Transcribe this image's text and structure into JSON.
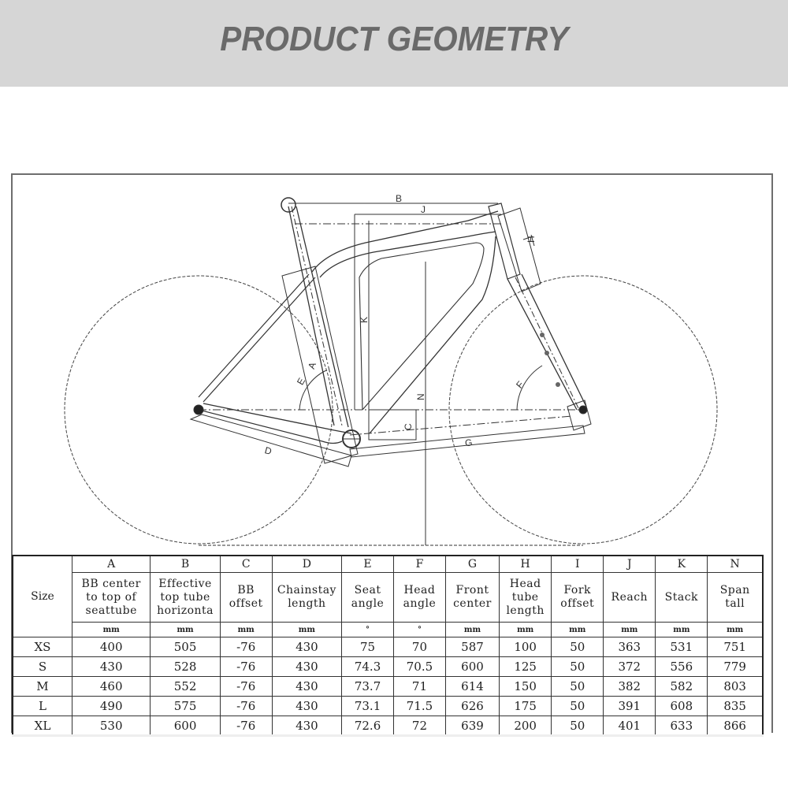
{
  "header": {
    "title": "PRODUCT GEOMETRY"
  },
  "diagram": {
    "labels": {
      "A": "A",
      "B": "B",
      "C": "C",
      "D": "D",
      "E": "E",
      "F": "F",
      "G": "G",
      "H": "H",
      "J": "J",
      "K": "K",
      "N": "N"
    }
  },
  "table": {
    "size_label": "Size",
    "columns": [
      {
        "letter": "A",
        "name": [
          "BB center",
          "to top of",
          "seattube"
        ],
        "unit": "mm"
      },
      {
        "letter": "B",
        "name": [
          "Effective",
          "top tube",
          "horizonta"
        ],
        "unit": "mm"
      },
      {
        "letter": "C",
        "name": [
          "BB",
          "offset"
        ],
        "unit": "mm"
      },
      {
        "letter": "D",
        "name": [
          "Chainstay",
          "length"
        ],
        "unit": "mm"
      },
      {
        "letter": "E",
        "name": [
          "Seat",
          "angle"
        ],
        "unit": "°"
      },
      {
        "letter": "F",
        "name": [
          "Head",
          "angle"
        ],
        "unit": "°"
      },
      {
        "letter": "G",
        "name": [
          "Front",
          "center"
        ],
        "unit": "mm"
      },
      {
        "letter": "H",
        "name": [
          "Head",
          "tube",
          "length"
        ],
        "unit": "mm"
      },
      {
        "letter": "I",
        "name": [
          "Fork",
          "offset"
        ],
        "unit": "mm"
      },
      {
        "letter": "J",
        "name": [
          "Reach"
        ],
        "unit": "mm"
      },
      {
        "letter": "K",
        "name": [
          "Stack"
        ],
        "unit": "mm"
      },
      {
        "letter": "N",
        "name": [
          "Span",
          "tall"
        ],
        "unit": "mm"
      }
    ],
    "rows": [
      {
        "size": "XS",
        "values": [
          "400",
          "505",
          "-76",
          "430",
          "75",
          "70",
          "587",
          "100",
          "50",
          "363",
          "531",
          "751"
        ]
      },
      {
        "size": "S",
        "values": [
          "430",
          "528",
          "-76",
          "430",
          "74.3",
          "70.5",
          "600",
          "125",
          "50",
          "372",
          "556",
          "779"
        ]
      },
      {
        "size": "M",
        "values": [
          "460",
          "552",
          "-76",
          "430",
          "73.7",
          "71",
          "614",
          "150",
          "50",
          "382",
          "582",
          "803"
        ]
      },
      {
        "size": "L",
        "values": [
          "490",
          "575",
          "-76",
          "430",
          "73.1",
          "71.5",
          "626",
          "175",
          "50",
          "391",
          "608",
          "835"
        ]
      },
      {
        "size": "XL",
        "values": [
          "530",
          "600",
          "-76",
          "430",
          "72.6",
          "72",
          "639",
          "200",
          "50",
          "401",
          "633",
          "866"
        ]
      }
    ]
  }
}
